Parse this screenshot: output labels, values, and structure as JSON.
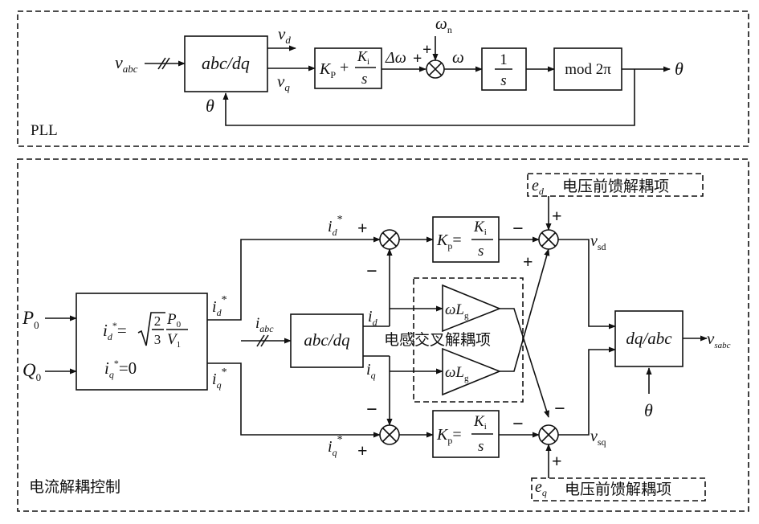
{
  "pll": {
    "label": "PLL",
    "input": "v",
    "input_sub": "abc",
    "transform": "abc/dq",
    "vd": "v",
    "vd_sub": "d",
    "vq": "v",
    "vq_sub": "q",
    "pi_kp": "K",
    "pi_kp_sub": "P",
    "pi_plus": "+",
    "pi_ki": "K",
    "pi_ki_sub": "i",
    "pi_s": "s",
    "delta_omega": "Δω",
    "omega_n": "ω",
    "omega_n_sub": "n",
    "omega": "ω",
    "integrator_num": "1",
    "integrator_den": "s",
    "mod": "mod 2π",
    "theta_out": "θ",
    "theta_fb": "θ"
  },
  "current_control": {
    "label": "电流解耦控制",
    "P0": "P",
    "P0_sub": "0",
    "Q0": "Q",
    "Q0_sub": "0",
    "ref_eq_lhs": "i",
    "ref_eq_sqrt_num": "2",
    "ref_eq_sqrt_den": "3",
    "ref_eq_P": "P",
    "ref_eq_P_sub": "0",
    "ref_eq_V": "V",
    "ref_eq_V_sub": "1",
    "ref_eq_q": "i",
    "ref_eq_q_rhs": "=0",
    "id_ref": "i",
    "id_ref_sub": "d",
    "iq_ref": "i",
    "iq_ref_sub": "q",
    "star": "*",
    "i_abc": "i",
    "i_abc_sub": "abc",
    "transform": "abc/dq",
    "id": "i",
    "id_sub": "d",
    "iq": "i",
    "iq_sub": "q",
    "cross_label": "电感交叉解耦项",
    "gain": "ωL",
    "gain_sub": "g",
    "pi_kp": "K",
    "pi_kp_sub": "p",
    "pi_eq": "=",
    "pi_ki": "K",
    "pi_ki_sub": "i",
    "pi_s": "s",
    "ed": "e",
    "ed_sub": "d",
    "eq": "e",
    "eq_sub": "q",
    "ff_label": "电压前馈解耦项",
    "vsd": "v",
    "vsd_sub": "sd",
    "vsq": "v",
    "vsq_sub": "sq",
    "inv_transform": "dq/abc",
    "vsabc": "v",
    "vsabc_sub": "sabc",
    "theta": "θ",
    "plus": "+",
    "minus": "−"
  }
}
